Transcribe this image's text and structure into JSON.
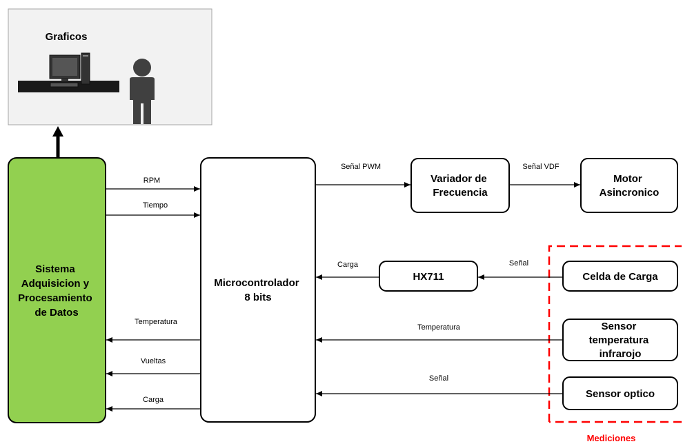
{
  "colors": {
    "acquisition_fill": "#92d050",
    "measurement_border": "#ff0000",
    "graphics_panel_fill": "#f2f2f2",
    "line": "#000000"
  },
  "graphics_panel": {
    "title": "Graficos",
    "icons": [
      "computer-icon",
      "person-icon"
    ]
  },
  "blocks": {
    "acquisition": [
      "Sistema",
      "Adquisicion y",
      "Procesamiento",
      "de Datos"
    ],
    "microcontroller": [
      "Microcontrolador",
      "8 bits"
    ],
    "vfd": [
      "Variador de",
      "Frecuencia"
    ],
    "motor": [
      "Motor",
      "Asincronico"
    ],
    "hx711": [
      "HX711"
    ],
    "load_cell": [
      "Celda de Carga"
    ],
    "ir_sensor": [
      "Sensor",
      "temperatura",
      "infrarojo"
    ],
    "optical_sensor": [
      "Sensor optico"
    ]
  },
  "signals": {
    "rpm": "RPM",
    "tiempo": "Tiempo",
    "temperatura_out": "Temperatura",
    "vueltas": "Vueltas",
    "carga_out": "Carga",
    "pwm": "Señal PWM",
    "vdf": "Señal VDF",
    "carga_in": "Carga",
    "senal_load": "Señal",
    "temperatura_in": "Temperatura",
    "senal_optical": "Señal"
  },
  "measurement_group": {
    "label": "Mediciones"
  }
}
